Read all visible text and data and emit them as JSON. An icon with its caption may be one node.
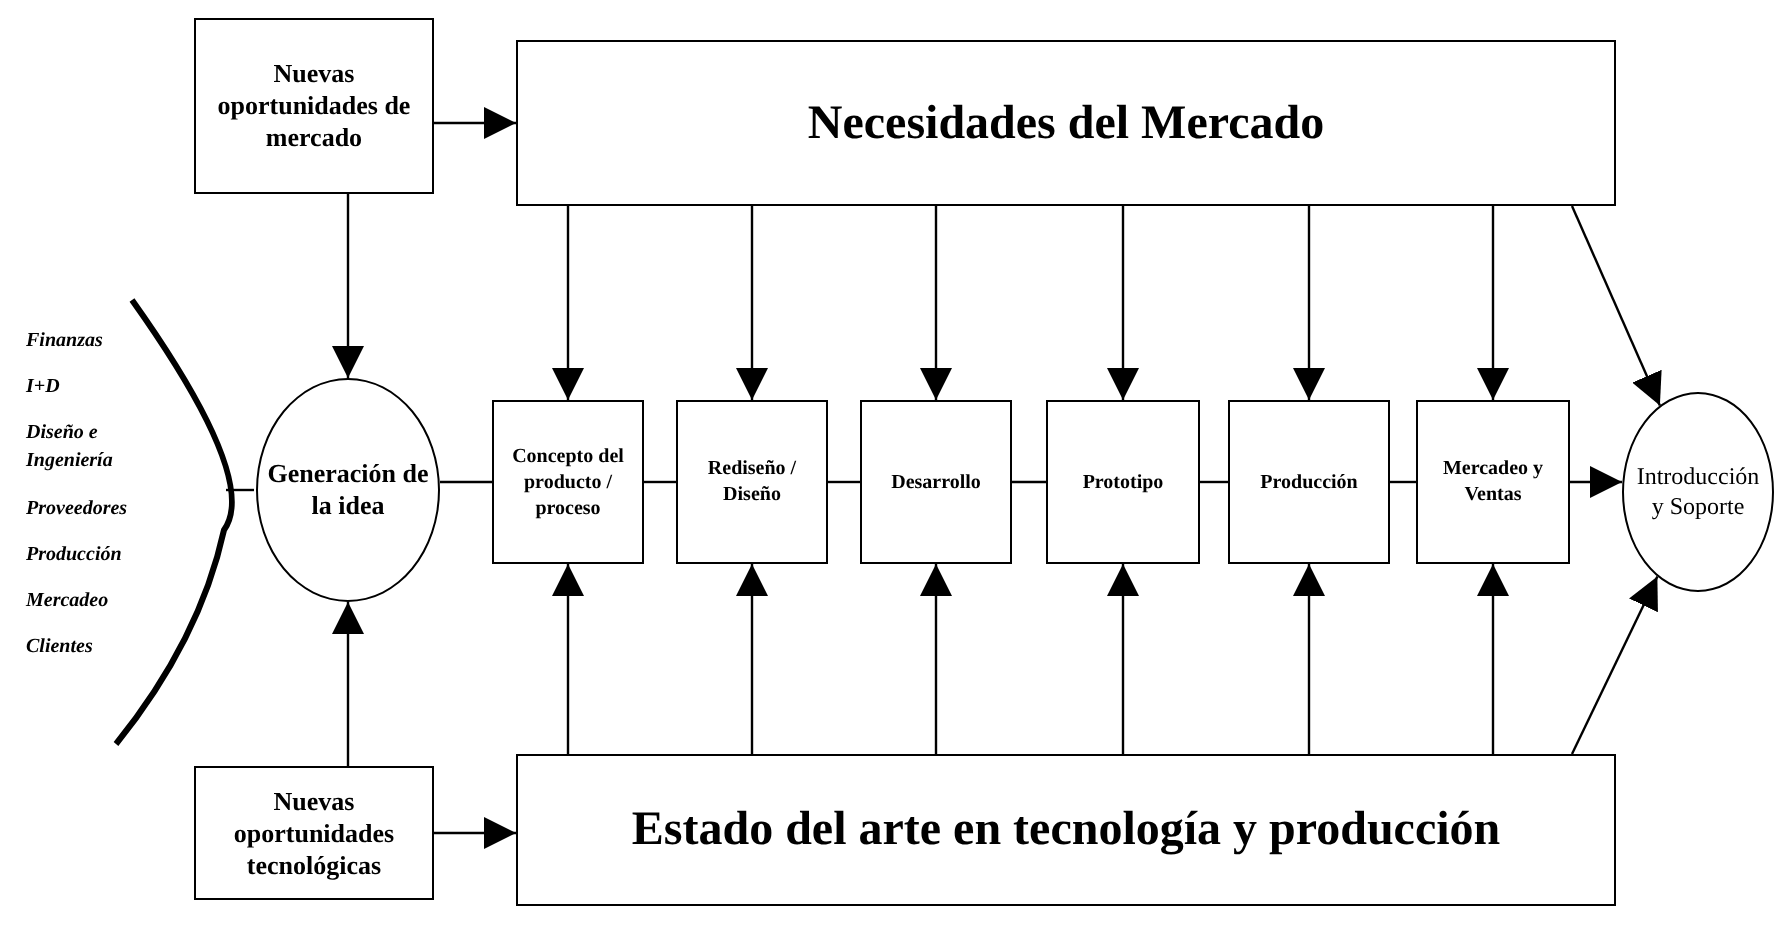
{
  "diagram": {
    "nodes": [
      {
        "text": [
          "Nuevas oportunidades de mercado"
        ]
      },
      {
        "text": [
          "Necesidades del Mercado"
        ]
      },
      {
        "text": [
          "Generación de la idea"
        ]
      },
      {
        "text": [
          "Concepto del producto / proceso"
        ]
      },
      {
        "text": [
          "Rediseño / Diseño"
        ]
      },
      {
        "text": [
          "Desarrollo"
        ]
      },
      {
        "text": [
          "Prototipo"
        ]
      },
      {
        "text": [
          "Producción"
        ]
      },
      {
        "text": [
          "Mercadeo y Ventas"
        ]
      },
      {
        "text": [
          "Introducción y Soporte"
        ]
      },
      {
        "text": [
          "Nuevas oportunidades tecnológicas"
        ]
      },
      {
        "text": [
          "Estado del arte en tecnología y producción"
        ]
      }
    ],
    "edges": [
      {
        "from": 0,
        "to": 1,
        "arrow": "to"
      },
      {
        "from": 0,
        "to": 2,
        "arrow": "to"
      },
      {
        "from": 10,
        "to": 2,
        "arrow": "to"
      },
      {
        "from": 10,
        "to": 11,
        "arrow": "to"
      },
      {
        "from": 1,
        "to": 3,
        "arrow": "to"
      },
      {
        "from": 1,
        "to": 4,
        "arrow": "to"
      },
      {
        "from": 1,
        "to": 5,
        "arrow": "to"
      },
      {
        "from": 1,
        "to": 6,
        "arrow": "to"
      },
      {
        "from": 1,
        "to": 7,
        "arrow": "to"
      },
      {
        "from": 1,
        "to": 8,
        "arrow": "to"
      },
      {
        "from": 11,
        "to": 3,
        "arrow": "to"
      },
      {
        "from": 11,
        "to": 4,
        "arrow": "to"
      },
      {
        "from": 11,
        "to": 5,
        "arrow": "to"
      },
      {
        "from": 11,
        "to": 6,
        "arrow": "to"
      },
      {
        "from": 11,
        "to": 7,
        "arrow": "to"
      },
      {
        "from": 11,
        "to": 8,
        "arrow": "to"
      },
      {
        "from": 2,
        "to": 3,
        "arrow": "none"
      },
      {
        "from": 3,
        "to": 4,
        "arrow": "none"
      },
      {
        "from": 4,
        "to": 5,
        "arrow": "none"
      },
      {
        "from": 5,
        "to": 6,
        "arrow": "none"
      },
      {
        "from": 6,
        "to": 7,
        "arrow": "none"
      },
      {
        "from": 7,
        "to": 8,
        "arrow": "none"
      },
      {
        "from": 8,
        "to": 9,
        "arrow": "to"
      },
      {
        "from": 1,
        "to": 9,
        "arrow": "to"
      },
      {
        "from": 11,
        "to": 9,
        "arrow": "to"
      }
    ],
    "labels": [
      "Finanzas",
      "I+D",
      "Diseño e Ingeniería",
      "Proveedores",
      "Producción",
      "Mercadeo",
      "Clientes"
    ]
  }
}
